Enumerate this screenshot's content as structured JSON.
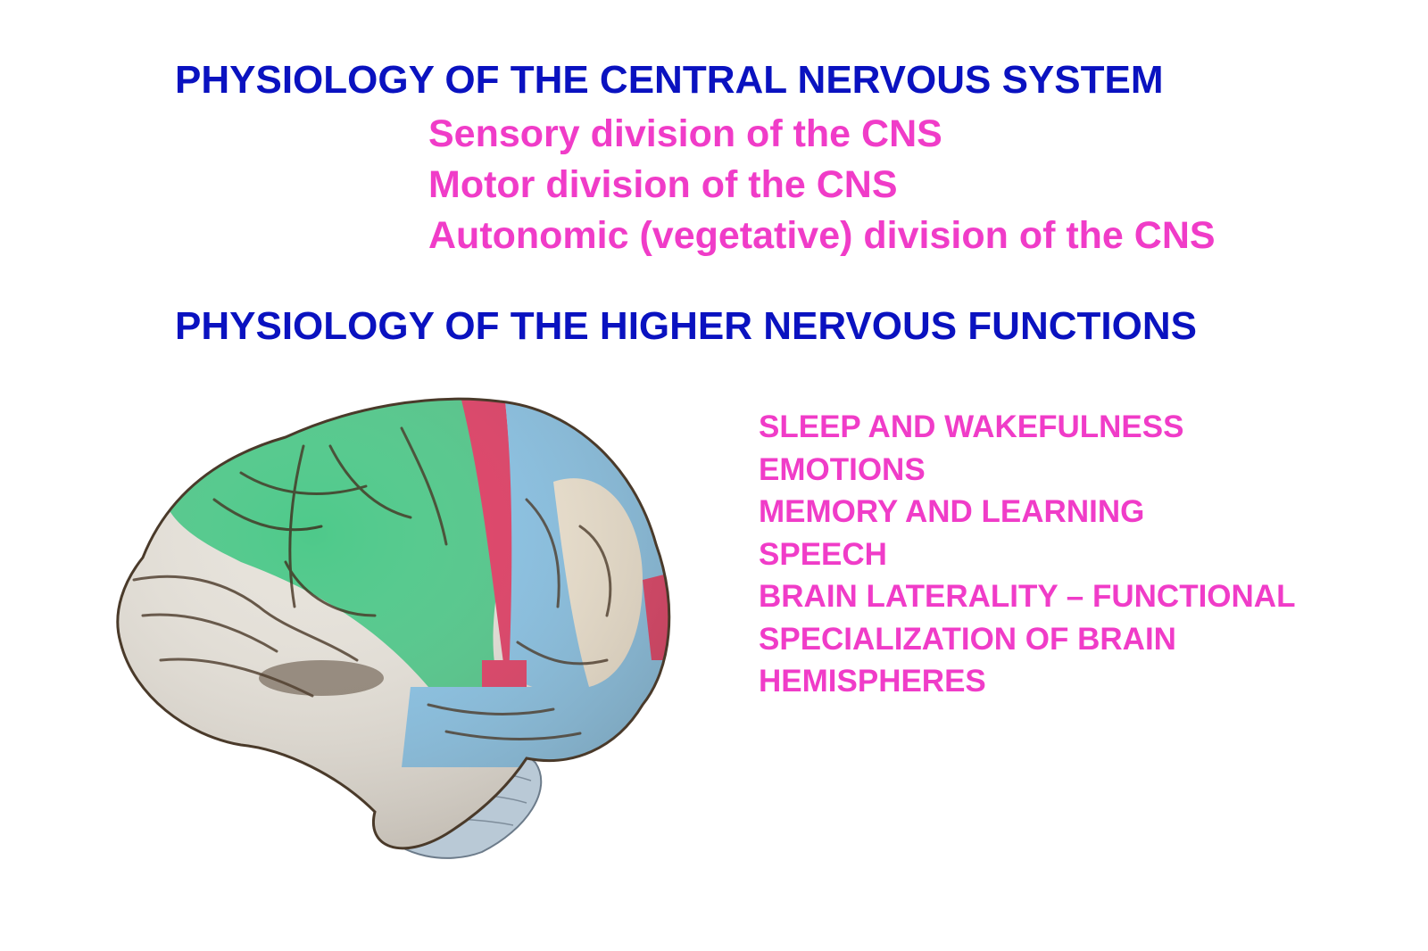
{
  "colors": {
    "heading": "#0a12c0",
    "accent": "#f03cc8",
    "background": "#ffffff"
  },
  "cns": {
    "heading": "PHYSIOLOGY OF THE CENTRAL NERVOUS SYSTEM",
    "items": [
      "Sensory division of the CNS",
      "Motor division of the CNS",
      "Autonomic (vegetative) division of the CNS"
    ]
  },
  "hnf": {
    "heading": "PHYSIOLOGY OF THE HIGHER NERVOUS FUNCTIONS",
    "items": [
      "SLEEP AND WAKEFULNESS",
      "EMOTIONS",
      "MEMORY AND LEARNING",
      "SPEECH",
      "BRAIN LATERALITY – FUNCTIONAL",
      "SPECIALIZATION OF BRAIN",
      "HEMISPHERES"
    ]
  },
  "illustration": {
    "icon": "brain-illustration"
  }
}
